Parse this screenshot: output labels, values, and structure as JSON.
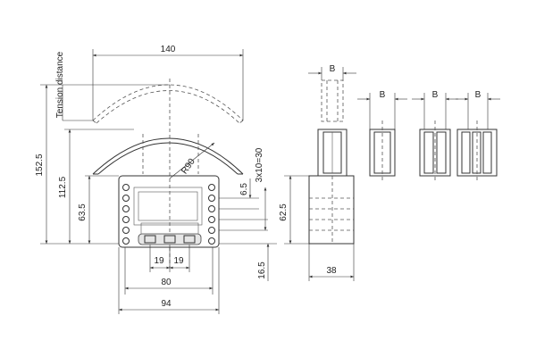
{
  "labels": {
    "tension_distance": "Tension distance",
    "dim_140": "140",
    "dim_152_5": "152.5",
    "dim_112_5": "112.5",
    "dim_63_5": "63.5",
    "dim_r90": "R90",
    "dim_6_5": "6.5",
    "dim_3x10_30": "3x10=30",
    "dim_62_5": "62.5",
    "dim_16_5": "16.5",
    "dim_19_a": "19",
    "dim_19_b": "19",
    "dim_80": "80",
    "dim_94": "94",
    "dim_38": "38",
    "dim_b_1": "B",
    "dim_b_2": "B",
    "dim_b_3": "B",
    "dim_b_4": "B"
  }
}
